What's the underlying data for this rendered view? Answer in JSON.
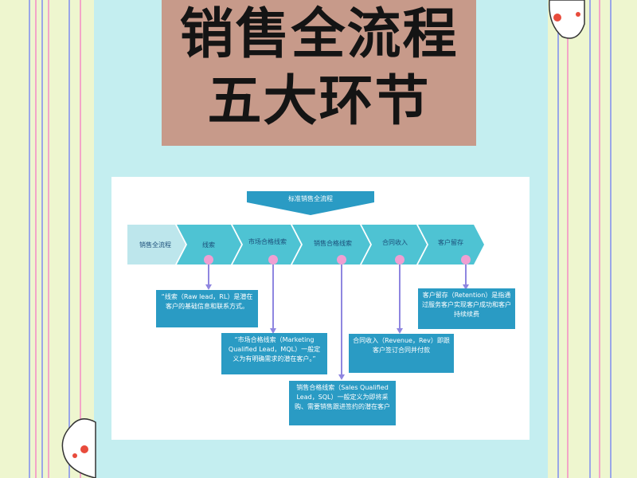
{
  "title": {
    "line1": "销售全流程",
    "line2": "五大环节"
  },
  "diagram": {
    "header": "标准销售全流程",
    "stage_start": "销售全流程",
    "stages": [
      "线索",
      "市场合格线索",
      "销售合格线索",
      "合同收入",
      "客户留存"
    ],
    "descriptions": {
      "lead": "“线索（Raw lead，RL）是潜在客户的基础信息和联系方式。",
      "mql": "“市场合格线索（Marketing Qualified Lead，MQL）一般定义为有明确需求的潜在客户。”",
      "sql": "销售合格线索（Sales Qualified Lead，SQL）一般定义为即将采购、需要销售跟进签约的潜在客户",
      "revenue": "合同收入（Revenue，Rev）即跟客户签订合同并付款",
      "retention": "客户留存（Retention）是指通过服务客户实现客户成功和客户持续续费"
    },
    "colors": {
      "arrow_header": "#2a9bc4",
      "stage_first": "#bde6ec",
      "stage": "#4ec3d3",
      "stage_text": "#1b4f7a",
      "marker": "#ef9fd2",
      "connector": "#8f86e0",
      "description_box": "#2a9bc4"
    }
  }
}
